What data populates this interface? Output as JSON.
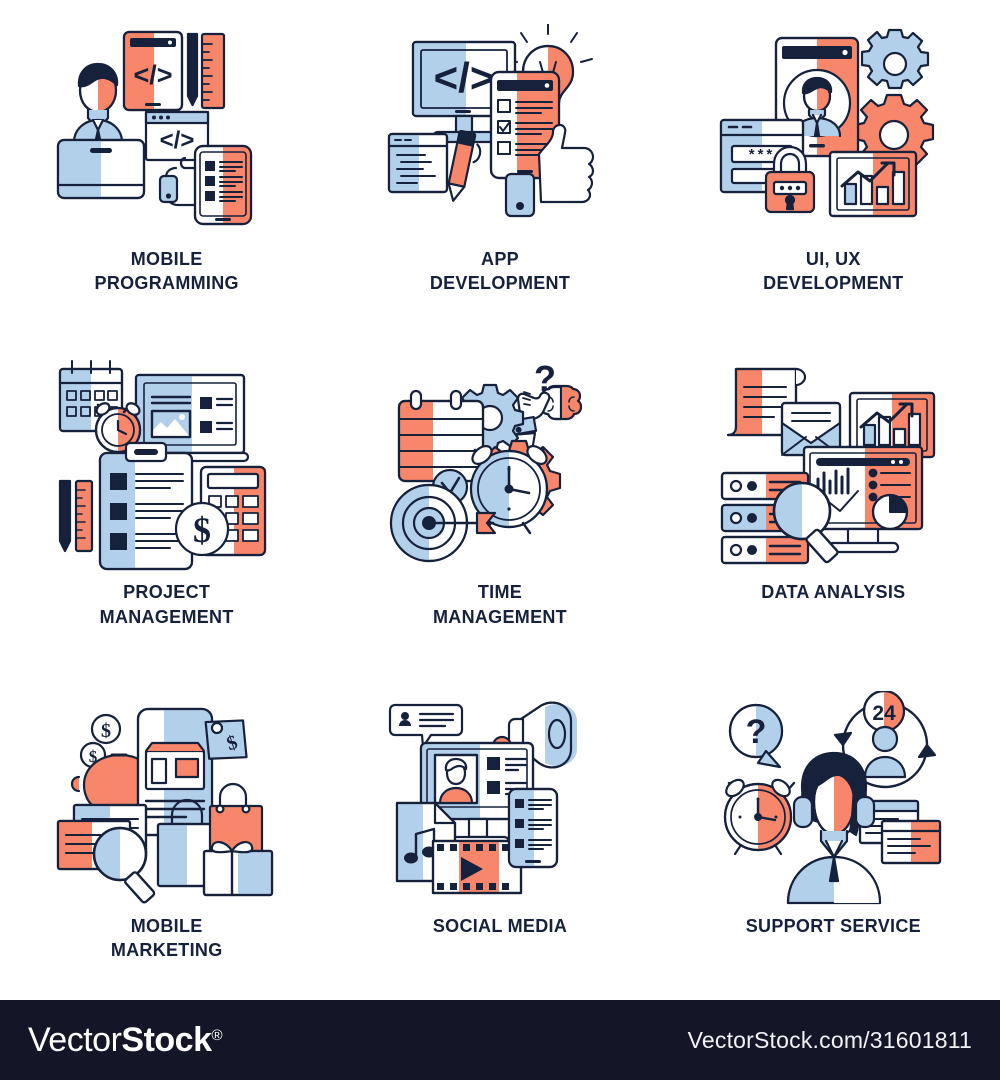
{
  "palette": {
    "coral": "#f7866a",
    "coral_light": "#fbb9a5",
    "blue": "#b3d0ea",
    "blue_deep": "#93bde2",
    "ink": "#16213c",
    "white": "#ffffff",
    "footer_bg": "#141627"
  },
  "cards": [
    {
      "id": "mobile-programming",
      "label": "MOBILE\nPROGRAMMING",
      "icon": "mobile-programming-illustration"
    },
    {
      "id": "app-development",
      "label": "APP\nDEVELOPMENT",
      "icon": "app-development-illustration"
    },
    {
      "id": "ui-ux-development",
      "label": "UI, UX\nDEVELOPMENT",
      "icon": "ui-ux-development-illustration"
    },
    {
      "id": "project-management",
      "label": "PROJECT\nMANAGEMENT",
      "icon": "project-management-illustration"
    },
    {
      "id": "time-management",
      "label": "TIME\nMANAGEMENT",
      "icon": "time-management-illustration"
    },
    {
      "id": "data-analysis",
      "label": "DATA ANALYSIS",
      "icon": "data-analysis-illustration"
    },
    {
      "id": "mobile-marketing",
      "label": "MOBILE\nMARKETING",
      "icon": "mobile-marketing-illustration"
    },
    {
      "id": "social-media",
      "label": "SOCIAL MEDIA",
      "icon": "social-media-illustration"
    },
    {
      "id": "support-service",
      "label": "SUPPORT SERVICE",
      "icon": "support-service-illustration"
    }
  ],
  "illustration_text": {
    "code_tag": "</>",
    "password_mask": "***",
    "dollar_sign": "$",
    "question_mark": "?",
    "hours_badge": "24"
  },
  "footer": {
    "brand_part1": "Vector",
    "brand_part2": "Stock",
    "registered_mark": "®",
    "watermark_url": "VectorStock.com/31601811"
  }
}
